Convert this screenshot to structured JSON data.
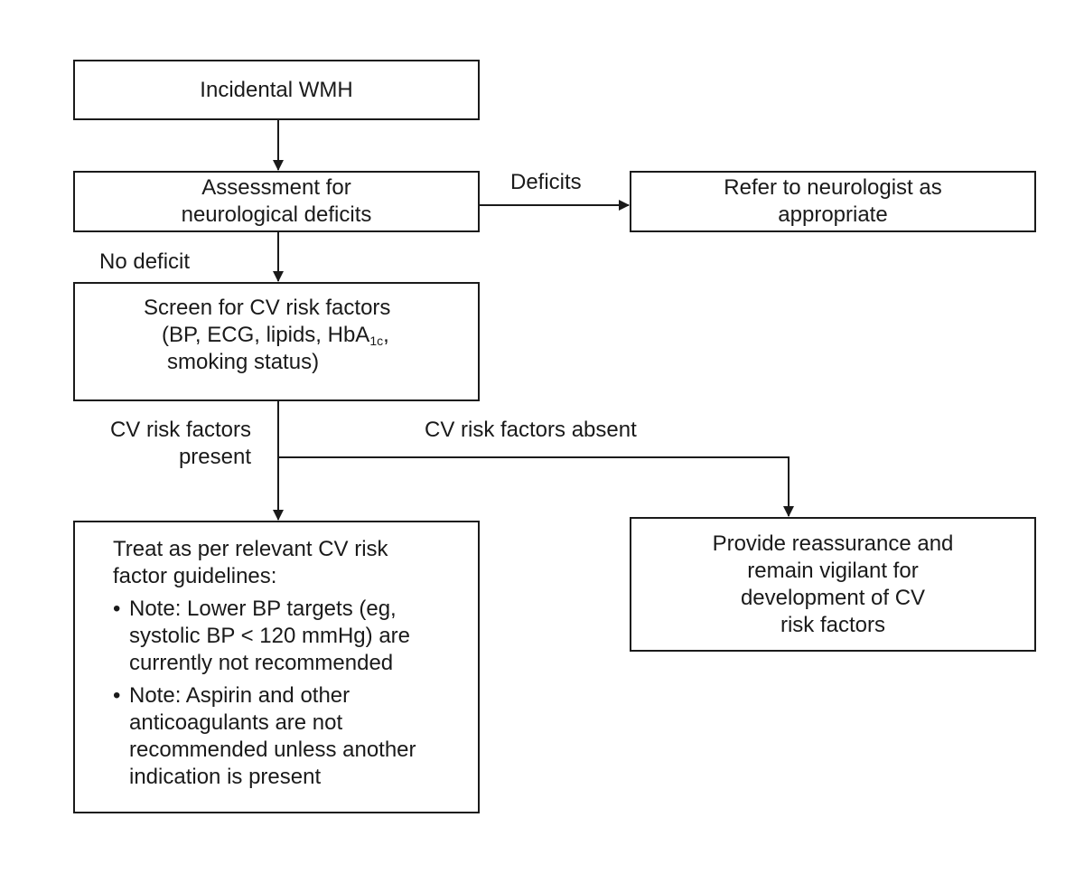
{
  "nodes": {
    "incidental": {
      "text": "Incidental WMH"
    },
    "assessment": {
      "lines": [
        "Assessment for",
        "neurological deficits"
      ]
    },
    "refer": {
      "lines": [
        "Refer to neurologist as",
        "appropriate"
      ]
    },
    "screen": {
      "line1": "Screen for CV risk factors",
      "line2_pre": "(BP, ECG, lipids, HbA",
      "line2_sub": "1c",
      "line2_post": ",",
      "line3": "smoking status)"
    },
    "treat": {
      "intro_lines": [
        "Treat as per relevant CV risk",
        "factor guidelines:"
      ],
      "bullets": [
        {
          "lines": [
            "Note: Lower BP targets (eg,",
            "systolic BP < 120 mmHg) are",
            "currently not recommended"
          ]
        },
        {
          "lines": [
            "Note: Aspirin and other",
            "anticoagulants are not",
            "recommended unless another",
            "indication is present"
          ]
        }
      ]
    },
    "reassure": {
      "lines": [
        "Provide reassurance and",
        "remain vigilant for",
        "development of CV",
        "risk factors"
      ]
    }
  },
  "edges": {
    "deficits": "Deficits",
    "no_deficit": "No deficit",
    "present_lines": [
      "CV risk factors",
      "present"
    ],
    "absent": "CV risk factors absent"
  },
  "bullet_char": "•",
  "colors": {
    "stroke": "#1a1a1a",
    "background": "#ffffff"
  }
}
